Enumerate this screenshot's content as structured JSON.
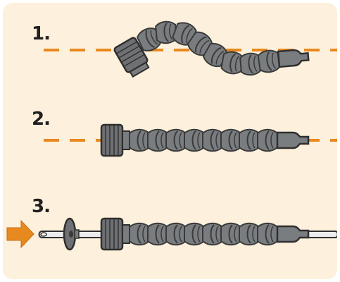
{
  "steps": [
    {
      "label": "1."
    },
    {
      "label": "2."
    },
    {
      "label": "3."
    }
  ],
  "colors": {
    "panel_background": "#fdf0dc",
    "guide_line": "#e8891f",
    "hose_gray": "#7a7d80",
    "hose_dark": "#3a3a3a",
    "arrow": "#e8891f"
  },
  "icons": {
    "arrow": "arrow-right-icon",
    "hose": "flexible-hose-icon",
    "rod": "insertion-rod-icon",
    "washer": "washer-icon"
  }
}
